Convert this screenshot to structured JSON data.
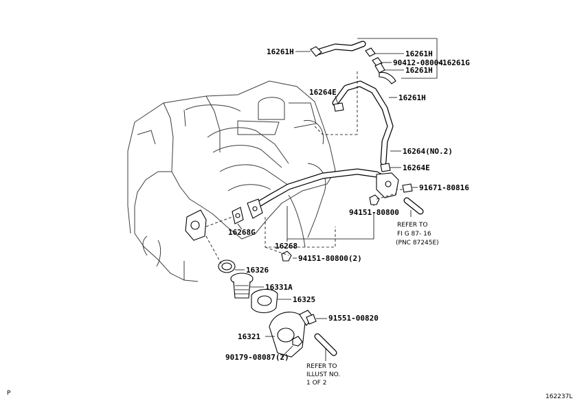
{
  "labels": {
    "p16261h_a": "16261H",
    "p16261h_b": "16261H",
    "p90412": "90412-08004",
    "p16261g": "16261G",
    "p16261h_c": "16261H",
    "p16264e_a": "16264E",
    "p16261h_d": "16261H",
    "p16264no2": "16264(NO.2)",
    "p16264e_b": "16264E",
    "p91671": "91671-80816",
    "p94151a": "94151-80800",
    "p16268g": "16268G",
    "p16268": "16268",
    "p94151b": "94151-80800(2)",
    "p16326": "16326",
    "p16331a": "16331A",
    "p16325": "16325",
    "p91551": "91551-00820",
    "p16321": "16321",
    "p90179": "90179-08087(2)"
  },
  "refer1": [
    "REFER TO",
    "FI G 87- 16",
    "(PNC 87245E)"
  ],
  "refer2": [
    "REFER TO",
    "ILLUST NO.",
    "1 OF 2"
  ],
  "corner_left": "P",
  "corner_right": "162237L"
}
